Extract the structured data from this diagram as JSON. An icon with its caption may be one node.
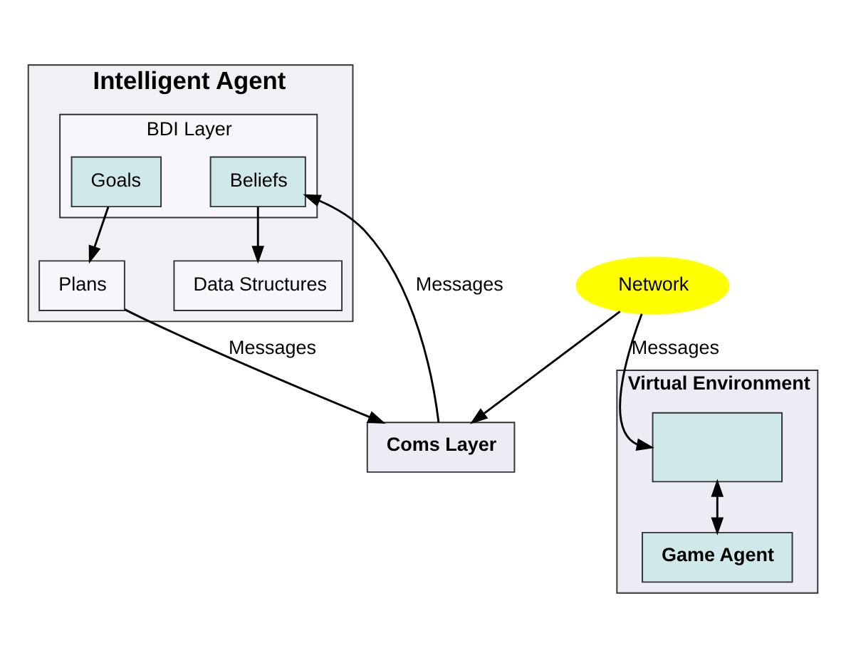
{
  "diagram": {
    "nodes": [
      {
        "text": [
          "Intelligent Agent"
        ]
      },
      {
        "text": [
          "Data Structures"
        ],
        "in": 0
      },
      {
        "text": [
          "BDI Layer"
        ],
        "in": 0
      },
      {
        "text": [
          "Beliefs"
        ],
        "in": 2
      },
      {
        "text": [
          "Goals"
        ],
        "in": 2
      },
      {
        "text": [
          "Plans"
        ],
        "in": 0
      },
      {
        "text": [
          "Coms Layer"
        ]
      },
      {
        "text": [
          "Network"
        ]
      },
      {
        "text": [
          "Virtual Environment"
        ]
      },
      {
        "text": [],
        "shape": "box",
        "in": 8
      },
      {
        "text": [
          "Game Agent"
        ],
        "in": 8
      }
    ],
    "edges": [
      {
        "from": 3,
        "to": 1,
        "arrow": "to"
      },
      {
        "from": 4,
        "to": 5,
        "arrow": "to"
      },
      {
        "from": 6,
        "to": 3,
        "arrow": "to",
        "label": "Messages"
      },
      {
        "from": 5,
        "to": 6,
        "arrow": "to",
        "label": "Messages"
      },
      {
        "from": 7,
        "to": 6,
        "arrow": "to"
      },
      {
        "from": 7,
        "to": 9,
        "arrow": "to",
        "label": "Messages"
      },
      {
        "from": 9,
        "to": 10,
        "arrow": "both"
      }
    ]
  }
}
